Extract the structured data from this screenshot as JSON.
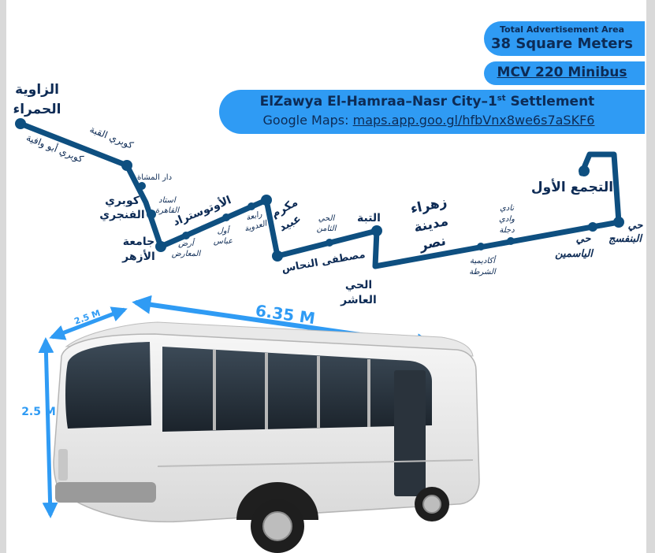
{
  "info": {
    "area_label": "Total Advertisement Area",
    "area_value": "38 Square Meters",
    "model": "MCV 220 Minibus",
    "route_main": "ElZawya El-Hamraa–Nasr City–1",
    "route_sup": "st",
    "route_tail": " Settlement",
    "maps_label": "Google Maps: ",
    "maps_link": "maps.app.goo.gl/hfbVnx8we6s7aSKF6"
  },
  "colors": {
    "route": "#0e4f80",
    "pill": "#2f9bf4",
    "arrow": "#2f9bf4",
    "text_dark": "#0d2b55"
  },
  "stops": {
    "zawya_1": "الزاوية",
    "zawya_2": "الحمراء",
    "kobri_qobba": "كوبري القبة",
    "kobri_abu_wafia": "كوبري أبو وافية",
    "dar_el_mashah": "دار المشاة",
    "stad_1": "استاد",
    "stad_2": "القاهرة",
    "fangary_1": "كوبري",
    "fangary_2": "الفنجري",
    "azhar_1": "جامعة",
    "azhar_2": "الأزهر",
    "ard_1": "أرض",
    "ard_2": "المعارض",
    "abbas_1": "أول",
    "abbas_2": "عباس",
    "autostrad": "الأوتوستراد",
    "rabaa_1": "رابعة",
    "rabaa_2": "العدوية",
    "makram_1": "مكرم",
    "makram_2": "عبيد",
    "nahhas": "مصطفى النحاس",
    "thamen_1": "الحي",
    "thamen_2": "الثامن",
    "tiba": "التبة",
    "ashir_1": "الحي",
    "ashir_2": "العاشر",
    "zahraa_1": "زهراء",
    "zahraa_2": "مدينة",
    "zahraa_3": "نصر",
    "police_1": "أكاديمية",
    "police_2": "الشرطة",
    "degla_1": "نادي",
    "degla_2": "وادي",
    "degla_3": "دجلة",
    "yasmeen_1": "حي",
    "yasmeen_2": "الياسمين",
    "banafseg_1": "حي",
    "banafseg_2": "البنفسج",
    "tagamoa": "التجمع الأول"
  },
  "dimensions": {
    "length": "6.35 M",
    "width": "2.5 M",
    "height": "2.5 M"
  }
}
